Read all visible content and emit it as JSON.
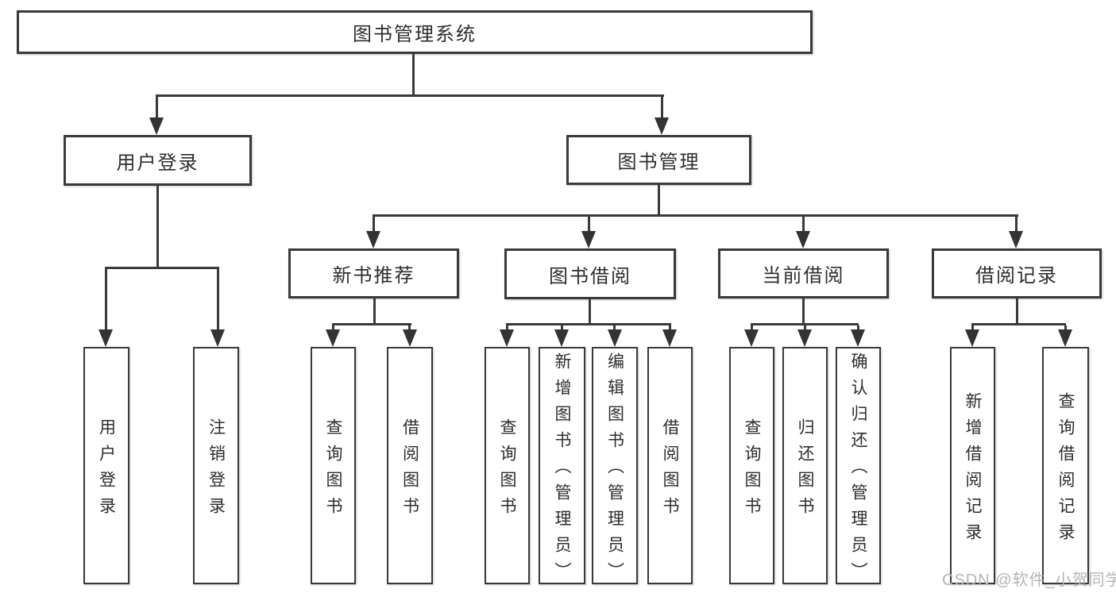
{
  "diagram": {
    "root": {
      "label": "图书管理系统"
    },
    "branches": [
      {
        "label": "用户登录",
        "children": [
          "用户登录",
          "注销登录"
        ]
      },
      {
        "label": "图书管理",
        "sections": [
          {
            "label": "新书推荐",
            "children": [
              "查询图书",
              "借阅图书"
            ]
          },
          {
            "label": "图书借阅",
            "children": [
              "查询图书",
              "新增图书（管理员）",
              "编辑图书（管理员）",
              "借阅图书"
            ]
          },
          {
            "label": "当前借阅",
            "children": [
              "查询图书",
              "归还图书",
              "确认归还（管理员）"
            ]
          },
          {
            "label": "借阅记录",
            "children": [
              "新增借阅记录",
              "查询借阅记录"
            ]
          }
        ]
      }
    ],
    "colors": {
      "line": "#3a3a3a",
      "text": "#2d2d2d",
      "box_background": "#ffffff",
      "watermark": "#b5b5b5",
      "page_background": "#ffffff"
    }
  },
  "watermark": {
    "text": "CSDN @软件_小贺同学"
  }
}
